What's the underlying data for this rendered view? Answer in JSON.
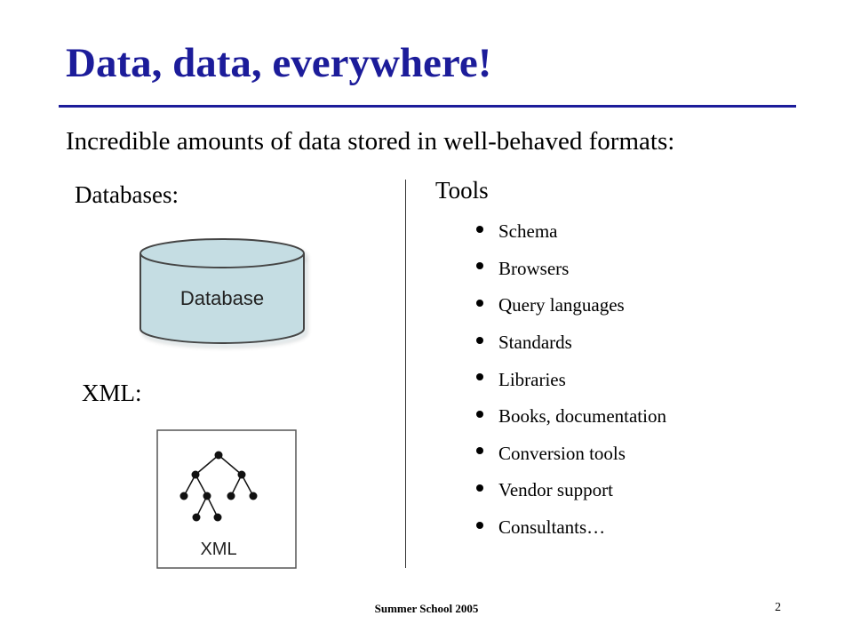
{
  "slide": {
    "title": "Data, data, everywhere!",
    "subtitle": "Incredible amounts of data stored in well-behaved formats:"
  },
  "left": {
    "databases_label": "Databases:",
    "database_graphic_text": "Database",
    "xml_label": "XML:",
    "xml_graphic_text": "XML"
  },
  "right": {
    "tools_title": "Tools",
    "items": [
      "Schema",
      "Browsers",
      "Query languages",
      "Standards",
      "Libraries",
      "Books, documentation",
      "Conversion tools",
      "Vendor support",
      "Consultants…"
    ]
  },
  "footer": {
    "text": "Summer School 2005",
    "page_number": "2"
  },
  "colors": {
    "title": "#1c1c9a",
    "database_fill": "#c5dde3"
  }
}
